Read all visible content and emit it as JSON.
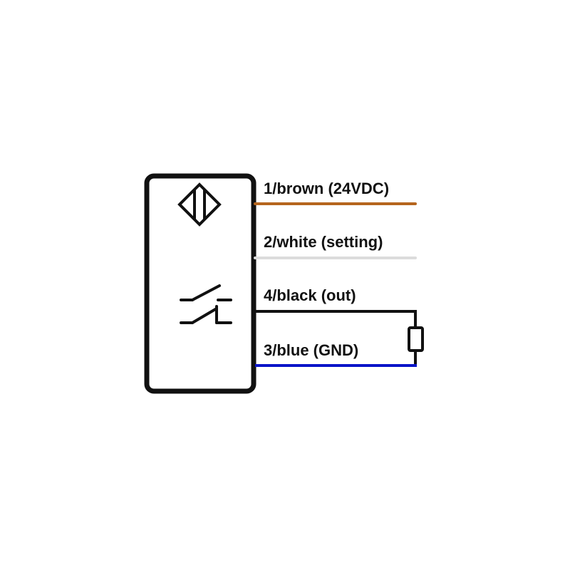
{
  "diagram": {
    "type": "sensor wiring diagram",
    "sensor_box": {
      "symbol_top": "capacitive-sensor-diamond",
      "symbol_bottom": "changeover-switch-output"
    },
    "wires": [
      {
        "pin": 1,
        "label": "1/brown (24VDC)",
        "color": "#B5651D"
      },
      {
        "pin": 2,
        "label": "2/white (setting)",
        "color": "#DCDCDC"
      },
      {
        "pin": 4,
        "label": "4/black (out)",
        "color": "#111111"
      },
      {
        "pin": 3,
        "label": "3/blue (GND)",
        "color": "#0A14C8"
      }
    ],
    "load": {
      "type": "resistor",
      "between": [
        "4/black (out)",
        "3/blue (GND)"
      ]
    }
  }
}
